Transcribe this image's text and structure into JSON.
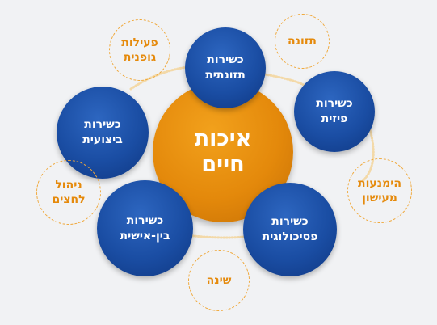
{
  "center": {
    "line1": "איכות",
    "line2": "חיים"
  },
  "readiness": [
    {
      "key": "nutritional",
      "line1": "כשירות",
      "line2": "תזונתית"
    },
    {
      "key": "physical",
      "line1": "כשירות",
      "line2": "פיזית"
    },
    {
      "key": "psychological",
      "line1": "כשירות",
      "line2": "פסיכולוגית"
    },
    {
      "key": "interpersonal",
      "line1": "כשירות",
      "line2": "בין-אישית"
    },
    {
      "key": "performance",
      "line1": "כשירות",
      "line2": "ביצועית"
    }
  ],
  "factors": [
    {
      "key": "physical-activity",
      "line1": "פעילות",
      "line2": "גופנית"
    },
    {
      "key": "nutrition",
      "line1": "תזונה",
      "line2": ""
    },
    {
      "key": "substance-avoidance",
      "line1": "הימנעות",
      "line2": "מעישון"
    },
    {
      "key": "sleep",
      "line1": "שינה",
      "line2": ""
    },
    {
      "key": "stress-management",
      "line1": "ניהול",
      "line2": "לחצים"
    }
  ],
  "colors": {
    "background": "#f1f2f4",
    "center_fill": "#e4890b",
    "node_fill": "#1a4da3",
    "factor_text": "#e58a0c",
    "connector": "#f3d9a8"
  }
}
